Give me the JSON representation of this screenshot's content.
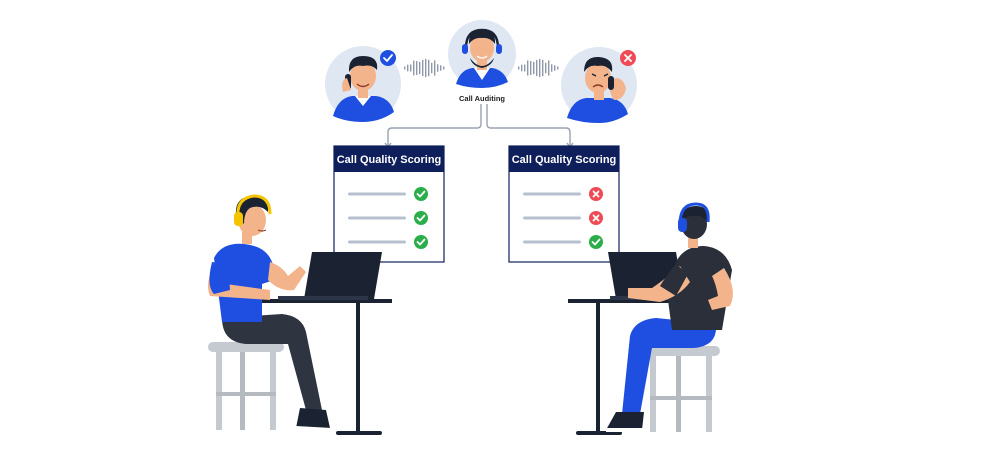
{
  "hub": {
    "label": "Call Auditing",
    "icon": "auditor-avatar-icon"
  },
  "callers": [
    {
      "side": "left",
      "icon": "happy-caller-avatar-icon",
      "badge": "check"
    },
    {
      "side": "right",
      "icon": "upset-caller-avatar-icon",
      "badge": "cross"
    }
  ],
  "scorecards": [
    {
      "id": "left",
      "title": "Call Quality Scoring",
      "results": [
        "pass",
        "pass",
        "pass"
      ]
    },
    {
      "id": "right",
      "title": "Call Quality Scoring",
      "results": [
        "fail",
        "fail",
        "pass"
      ]
    }
  ],
  "agents": [
    {
      "side": "left",
      "icon": "agent-yellow-headset-icon"
    },
    {
      "side": "right",
      "icon": "agent-blue-headset-icon"
    }
  ],
  "colors": {
    "brand_blue": "#1f4fe0",
    "card_header": "#0f1f5c",
    "pass_green": "#2bae4a",
    "fail_red": "#ef4a55",
    "line_grey": "#b7c0cf",
    "skin": "#f3b48c",
    "hair": "#1b2333"
  }
}
